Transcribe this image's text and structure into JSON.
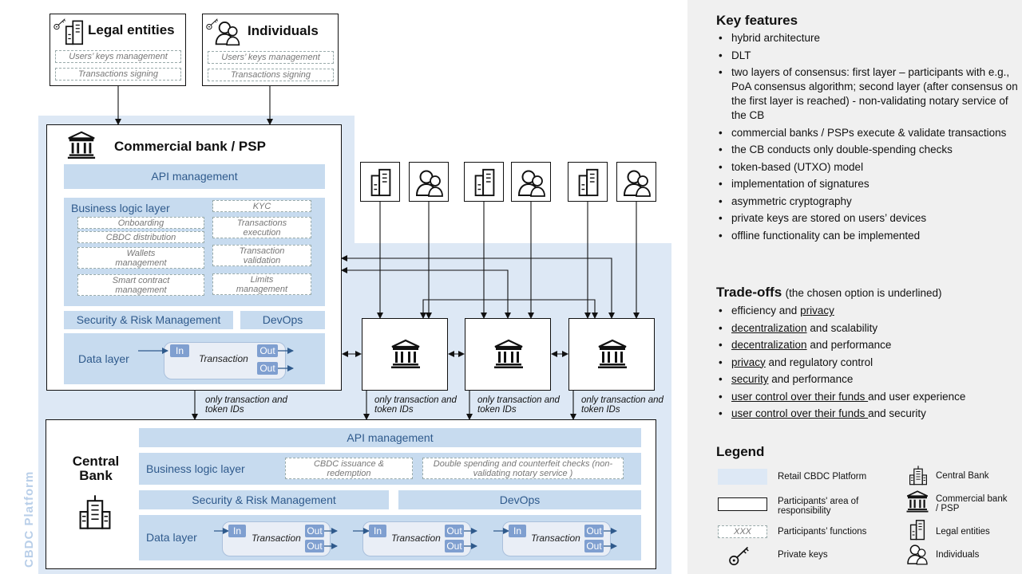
{
  "participants": {
    "legal": {
      "title": "Legal entities",
      "functions": [
        "Users’ keys management",
        "Transactions signing"
      ]
    },
    "individuals": {
      "title": "Individuals",
      "functions": [
        "Users’ keys management",
        "Transactions signing"
      ]
    }
  },
  "commercial_bank": {
    "title": "Commercial bank / PSP",
    "api": "API management",
    "blogic_title": "Business logic layer",
    "functions_left": [
      "Onboarding",
      "CBDC distribution",
      "Wallets management",
      "Smart contract management"
    ],
    "functions_right": [
      "KYC",
      "Transactions execution",
      "Transaction validation",
      "Limits management"
    ],
    "security": "Security & Risk Management",
    "devops": "DevOps",
    "data_layer": "Data layer",
    "tx": {
      "in": "In",
      "label": "Transaction",
      "out": "Out"
    }
  },
  "ids_note": "only transaction and token IDs",
  "central_bank": {
    "title": "Central Bank",
    "api": "API management",
    "blogic_title": "Business logic layer",
    "functions": [
      "CBDC issuance & redemption",
      "Double spending and counterfeit checks (non-validating notary service )"
    ],
    "security": "Security & Risk Management",
    "devops": "DevOps",
    "data_layer": "Data layer",
    "tx": {
      "in": "In",
      "label": "Transaction",
      "out": "Out"
    }
  },
  "platform_label": "CBDC Platform",
  "key_features": {
    "title": "Key features",
    "items": [
      "hybrid architecture",
      "DLT",
      "two layers of consensus: first layer – participants with e.g., PoA consensus algorithm; second layer (after consensus on the first layer is reached) -  non-validating notary service of the CB",
      "commercial banks / PSPs execute & validate transactions",
      "the CB conducts only double-spending checks",
      "token-based (UTXO) model",
      "implementation of signatures",
      "asymmetric cryptography",
      "private keys are stored on users’ devices",
      "offline functionality can be implemented"
    ]
  },
  "tradeoffs": {
    "title": "Trade-offs",
    "subtitle": "(the chosen option is underlined)",
    "items": [
      {
        "a": "efficiency",
        "mid": " and ",
        "b": "privacy",
        "u": "b"
      },
      {
        "a": "decentralization",
        "mid": " and ",
        "b": "scalability",
        "u": "a"
      },
      {
        "a": "decentralization",
        "mid": " and ",
        "b": "performance",
        "u": "a"
      },
      {
        "a": "privacy",
        "mid": " and ",
        "b": "regulatory control",
        "u": "a"
      },
      {
        "a": "security",
        "mid": " and ",
        "b": "performance",
        "u": "a"
      },
      {
        "a": "user control over their funds ",
        "mid": "and ",
        "b": "user experience",
        "u": "a"
      },
      {
        "a": "user control over their funds ",
        "mid": "and ",
        "b": "security",
        "u": "a"
      }
    ]
  },
  "legend": {
    "title": "Legend",
    "platform": "Retail CBDC Platform",
    "area": "Participants' area of responsibility",
    "functions_sample": "XXX",
    "functions": "Participants’ functions",
    "keys": "Private keys",
    "central_bank": "Central Bank",
    "commercial_bank": "Commercial bank / PSP",
    "legal": "Legal entities",
    "individuals": "Individuals"
  }
}
